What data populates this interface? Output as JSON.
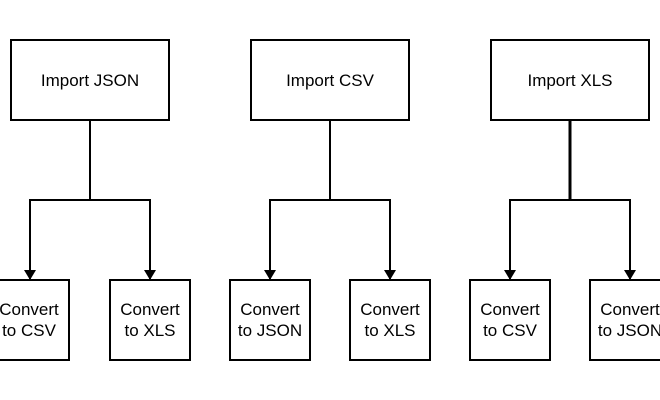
{
  "diagram": {
    "colors": {
      "stroke": "#000000",
      "background": "#ffffff",
      "text": "#000000"
    },
    "groups": [
      {
        "parent": "Import JSON",
        "children": [
          "Convert\nto CSV",
          "Convert\nto XLS"
        ]
      },
      {
        "parent": "Import CSV",
        "children": [
          "Convert\nto JSON",
          "Convert\nto XLS"
        ]
      },
      {
        "parent": "Import XLS",
        "children": [
          "Convert\nto CSV",
          "Convert\nto JSON"
        ]
      }
    ]
  }
}
